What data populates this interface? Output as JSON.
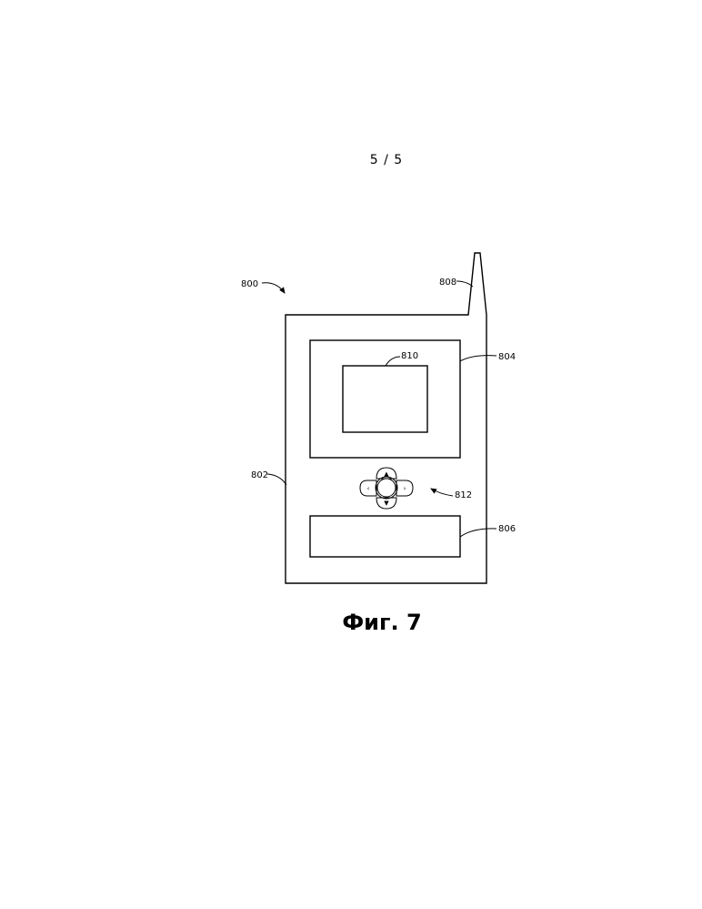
{
  "page": {
    "page_number": "5 / 5",
    "caption": "Фиг. 7"
  },
  "references": {
    "device": "800",
    "housing": "802",
    "display_frame": "804",
    "lower_panel": "806",
    "antenna": "808",
    "screen": "810",
    "navigation_pad": "812"
  },
  "nav_icons": {
    "up": "▲",
    "down": "▼",
    "left": "‹",
    "right": "›"
  }
}
